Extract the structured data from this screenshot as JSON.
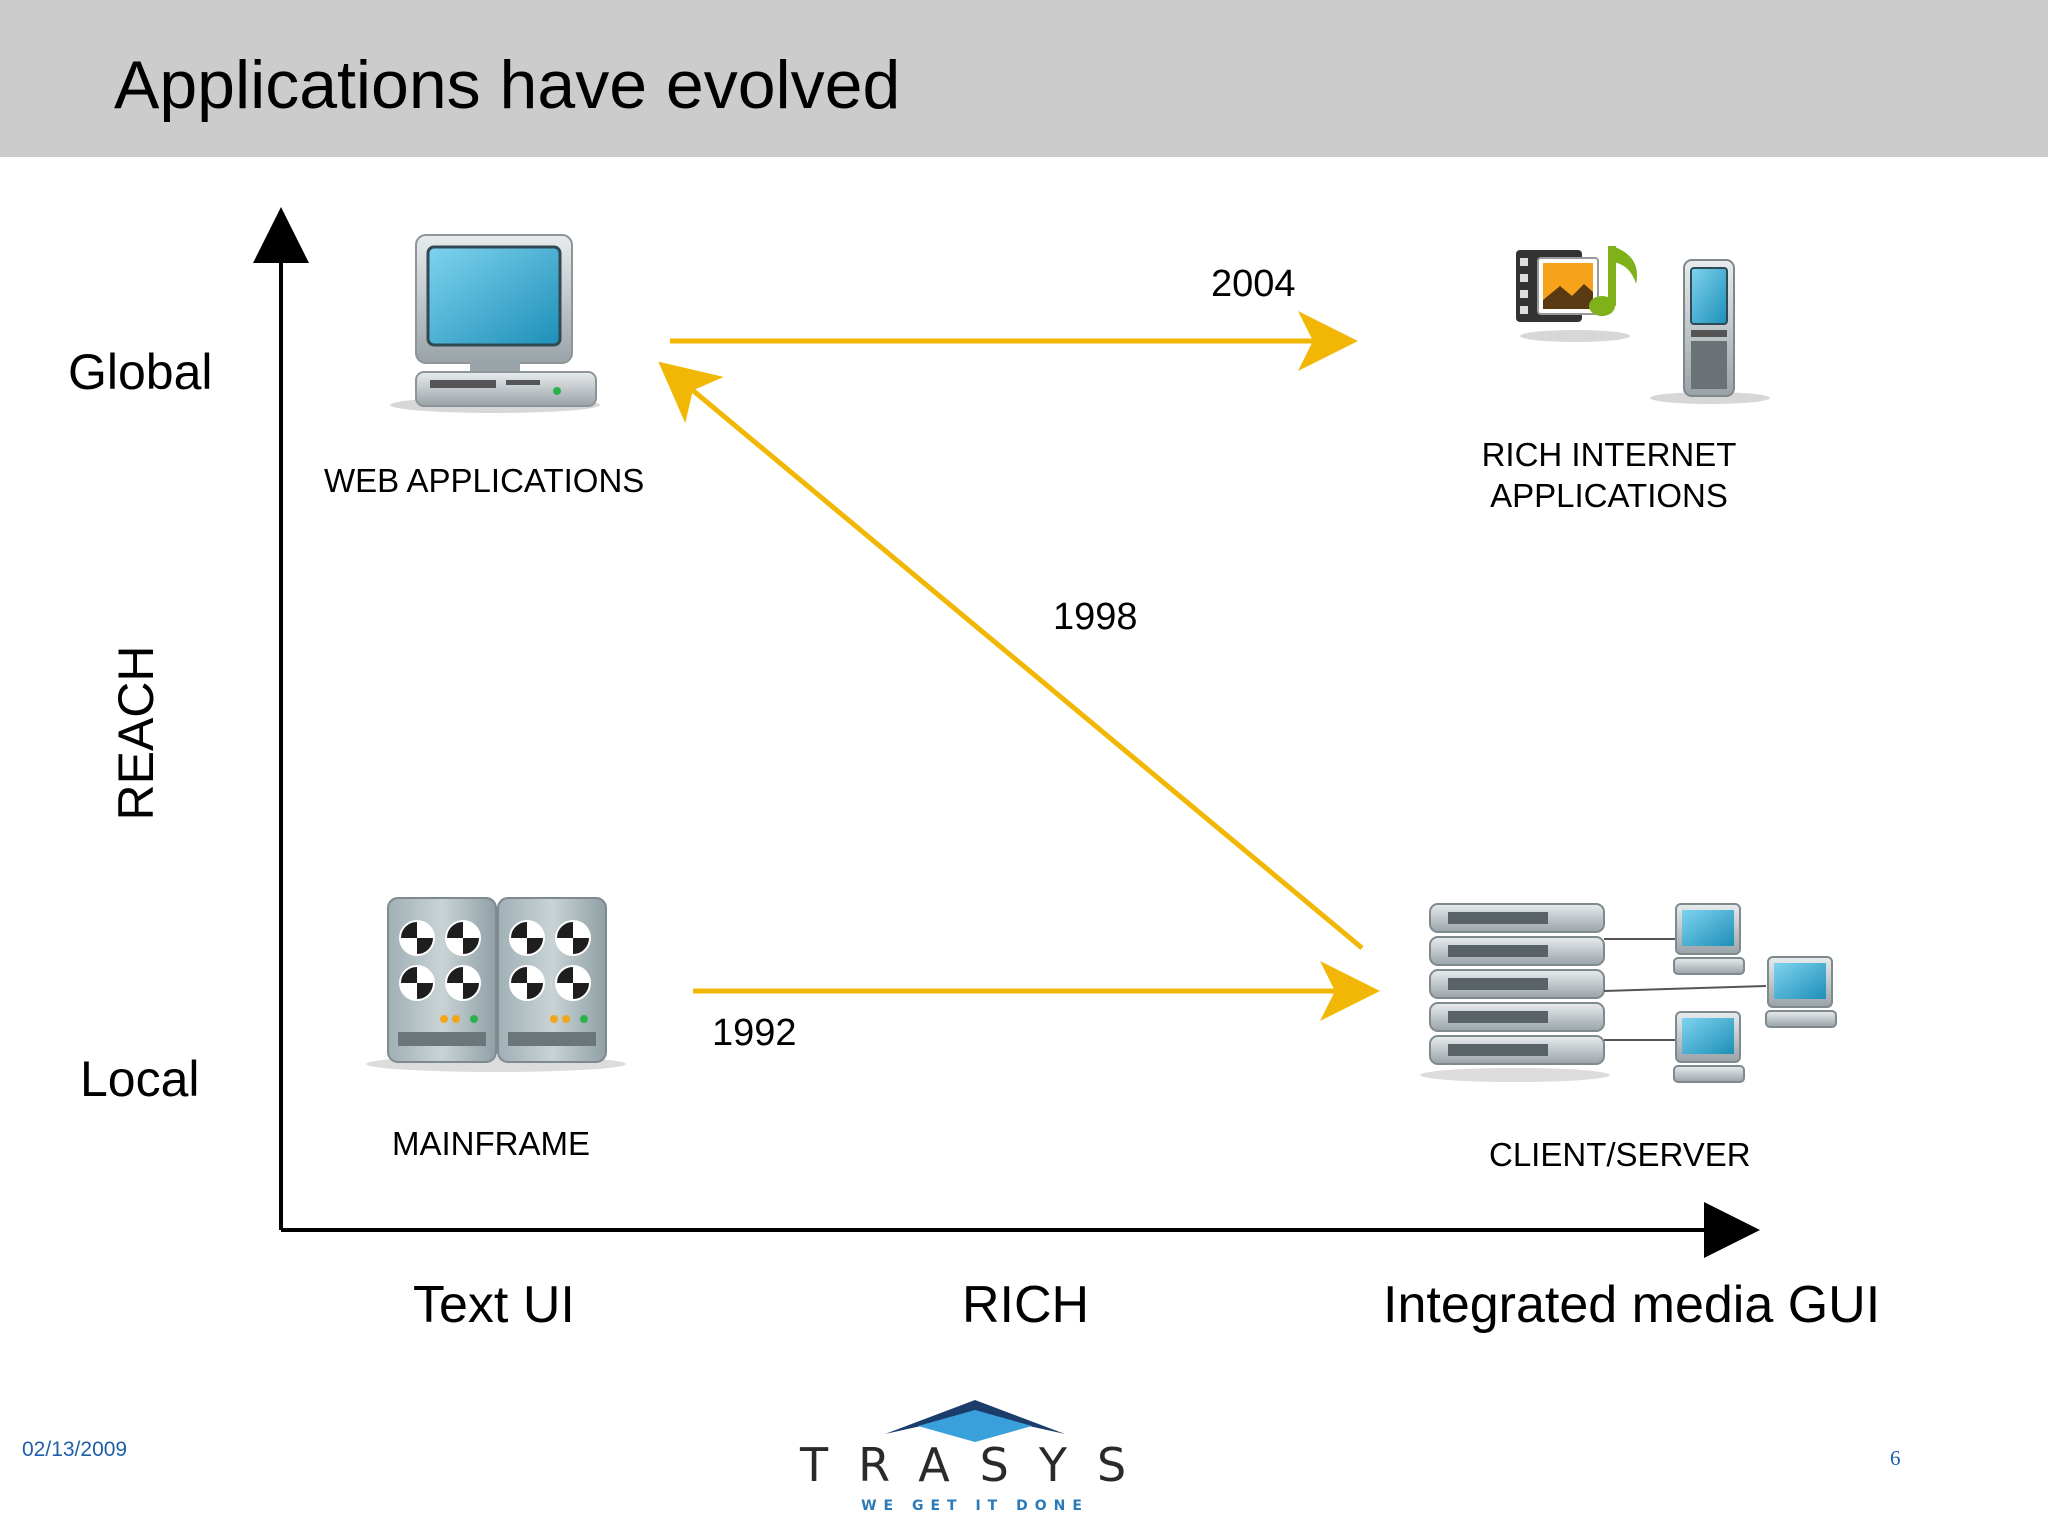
{
  "slide": {
    "title": "Applications have evolved",
    "date": "02/13/2009",
    "page_number": "6"
  },
  "diagram": {
    "y_axis_title": "REACH",
    "y_levels": [
      "Global",
      "Local"
    ],
    "x_levels": [
      "Text UI",
      "RICH",
      "Integrated media GUI"
    ],
    "nodes": {
      "web_applications": "WEB APPLICATIONS",
      "rich_internet_line1": "RICH INTERNET",
      "rich_internet_line2": "APPLICATIONS",
      "mainframe": "MAINFRAME",
      "client_server": "CLIENT/SERVER"
    },
    "transitions": [
      {
        "year": "1992",
        "from": "MAINFRAME",
        "to": "CLIENT/SERVER"
      },
      {
        "year": "1998",
        "from": "CLIENT/SERVER",
        "to": "WEB APPLICATIONS"
      },
      {
        "year": "2004",
        "from": "WEB APPLICATIONS",
        "to": "RICH INTERNET APPLICATIONS"
      }
    ],
    "arrow_color": "#f2b705"
  },
  "logo": {
    "wordmark": "TRASYS",
    "tagline": "WE GET IT DONE"
  }
}
